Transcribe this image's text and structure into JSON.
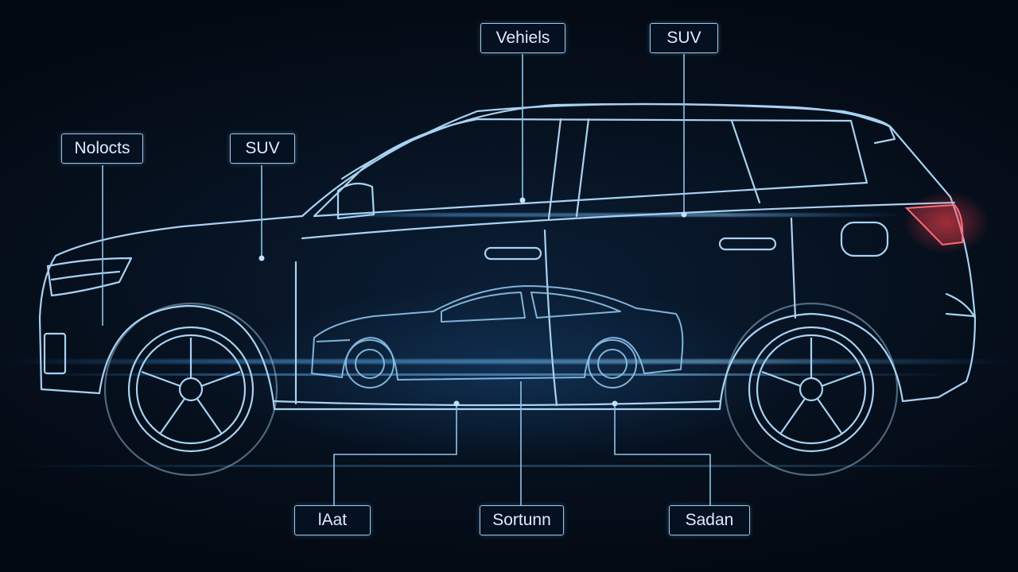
{
  "labels": {
    "top_center": "Vehiels",
    "top_right": "SUV",
    "left_outer": "Nolocts",
    "left_inner": "SUV",
    "bottom_left": "lAat",
    "bottom_center": "Sortunn",
    "bottom_right": "Sadan"
  },
  "colors": {
    "background": "#040b16",
    "outline": "#a9d2f2",
    "glow": "#3fa0ff",
    "tail_light": "#ff3b4a"
  },
  "icons": {
    "large_vehicle": "suv-outline-icon",
    "small_vehicle": "sedan-outline-icon",
    "wheel": "wheel-icon"
  }
}
